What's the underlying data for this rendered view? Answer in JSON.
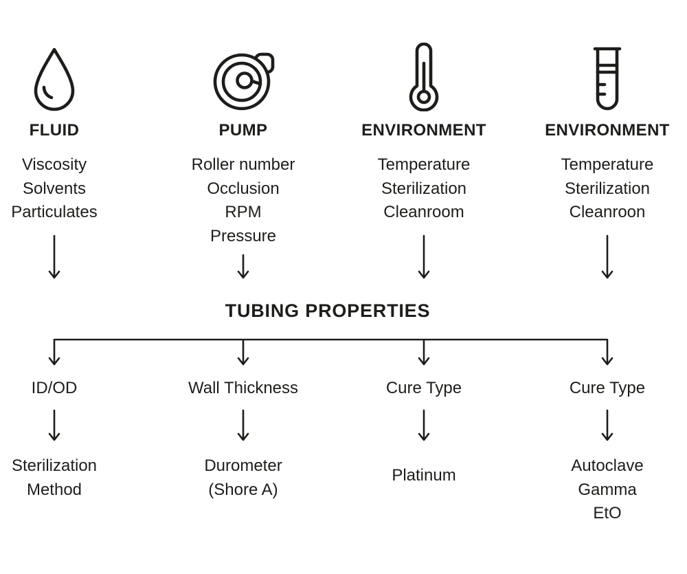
{
  "diagram": {
    "title": "TUBING PROPERTIES",
    "colors": {
      "ink": "#1d1d1b",
      "background": "#ffffff"
    },
    "inputs": [
      {
        "label": "FLUID",
        "icon": "drop-icon",
        "factors": [
          "Viscosity",
          "Solvents",
          "Particulates"
        ]
      },
      {
        "label": "PUMP",
        "icon": "pump-icon",
        "factors": [
          "Roller number",
          "Occlusion",
          "RPM",
          "Pressure"
        ]
      },
      {
        "label": "ENVIRONMENT",
        "icon": "thermometer-icon",
        "factors": [
          "Temperature",
          "Sterilization",
          "Cleanroom"
        ]
      },
      {
        "label": "ENVIRONMENT",
        "icon": "test-tube-icon",
        "factors": [
          "Temperature",
          "Sterilization",
          "Cleanroon"
        ]
      }
    ],
    "outputs": [
      {
        "property": "ID/OD",
        "detail_lines": [
          "Sterilization",
          "Method"
        ]
      },
      {
        "property": "Wall Thickness",
        "detail_lines": [
          "Durometer",
          "(Shore A)"
        ]
      },
      {
        "property": "Cure Type",
        "detail_lines": [
          "Platinum"
        ]
      },
      {
        "property": "Cure Type",
        "detail_lines": [
          "Autoclave",
          "Gamma",
          "EtO"
        ]
      }
    ]
  }
}
